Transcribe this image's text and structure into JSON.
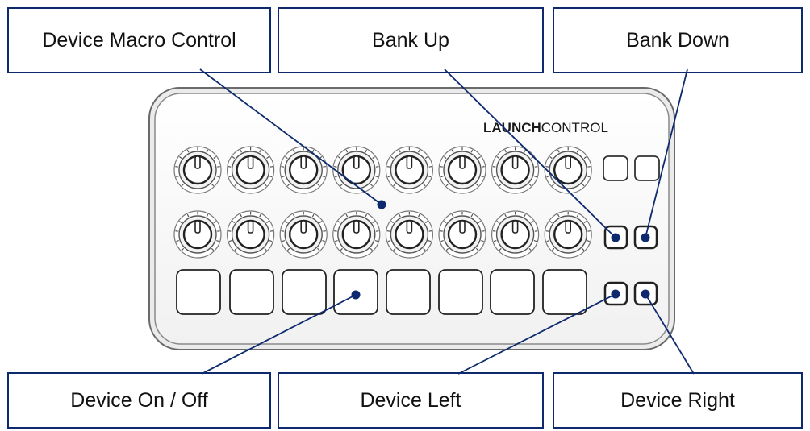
{
  "callouts": {
    "device_macro_control": "Device Macro Control",
    "bank_up": "Bank Up",
    "bank_down": "Bank Down",
    "device_on_off": "Device On / Off",
    "device_left": "Device Left",
    "device_right": "Device Right"
  },
  "brand": {
    "launch": "LAUNCH",
    "control": "CONTROL"
  },
  "controller": {
    "knob_rows": 2,
    "knobs_per_row": 8,
    "pads": 8
  },
  "colors": {
    "callout_border": "#0d2a6e",
    "leader": "#0d2a6e",
    "device_outline": "#444444"
  }
}
